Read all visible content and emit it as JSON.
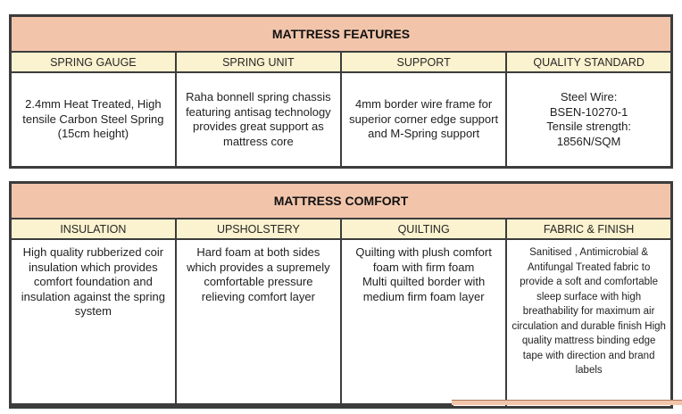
{
  "colors": {
    "title_bar_bg": "#f2c5ab",
    "column_header_bg": "#fbf2cf",
    "table_border": "#3c3c3c",
    "text": "#1f1f1f",
    "page_bg": "#ffffff"
  },
  "tables": [
    {
      "title": "MATTRESS FEATURES",
      "columns": [
        "SPRING GAUGE",
        "SPRING UNIT",
        "SUPPORT",
        "QUALITY STANDARD"
      ],
      "cells": [
        "2.4mm Heat Treated, High tensile Carbon Steel Spring (15cm height)",
        "Raha bonnell spring chassis featuring antisag technology provides great support as mattress core",
        "4mm border wire frame for superior corner edge support  and M-Spring support",
        "Steel Wire:\nBSEN-10270-1\nTensile strength:\n1856N/SQM"
      ]
    },
    {
      "title": "MATTRESS COMFORT",
      "columns": [
        "INSULATION",
        "UPSHOLSTERY",
        "QUILTING",
        "FABRIC & FINISH"
      ],
      "cells": [
        "High quality rubberized coir insulation which provides comfort foundation and insulation against the spring system",
        "Hard foam at both sides which provides a supremely comfortable pressure relieving comfort layer",
        "Quilting with plush comfort foam with firm foam\nMulti quilted border with medium firm foam layer",
        "Sanitised , Antimicrobial & Antifungal Treated fabric to provide a soft and comfortable sleep surface with high breathability for maximum air circulation and durable finish High quality mattress binding edge tape with direction and brand labels"
      ]
    }
  ]
}
